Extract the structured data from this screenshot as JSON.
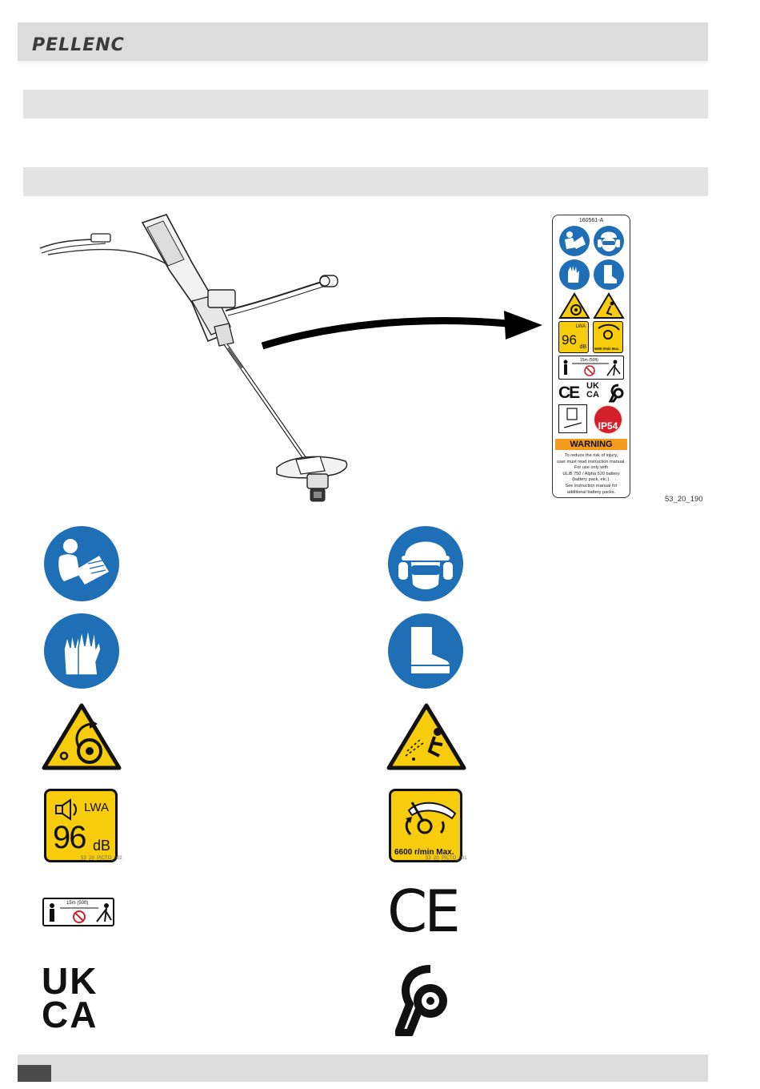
{
  "header": {
    "brand": "PELLENC"
  },
  "sections": [
    {
      "title": ""
    },
    {
      "title": ""
    }
  ],
  "figure": {
    "reference": "53_20_190",
    "label_card": {
      "part_number": "160561-A",
      "noise_value": "96",
      "noise_unit": "dB",
      "noise_symbol": "LWA",
      "speed_text": "6600 r/min Max.",
      "distance_text": "15m (50ft)",
      "ip_rating": "IP54",
      "warning_title": "WARNING",
      "warning_lines": [
        "To reduce the risk of injury,",
        "user must read instruction manual.",
        "For use only with",
        "ULiB 750 / Alpha 520 battery",
        "(battery pack, etc.).",
        "See instruction manual for",
        "additional battery packs."
      ]
    }
  },
  "pictograms": {
    "noise": {
      "value": "96",
      "unit": "dB",
      "symbol": "LWA",
      "ref": "53_20_PICTO_002"
    },
    "speed": {
      "text": "6600 r/min Max.",
      "ref": "53_20_PICTO_001"
    },
    "distance": {
      "text": "15m (50ft)"
    },
    "ce": "CE",
    "ukca_top": "UK",
    "ukca_bottom": "CA"
  },
  "footer": {
    "page_number": ""
  },
  "colors": {
    "mandatory_blue": "#1e6fb5",
    "warning_yellow": "#f6cc0d",
    "warning_orange": "#f39a1f",
    "ip_red": "#d4202a",
    "bar_grey": "#e3e3e3"
  }
}
